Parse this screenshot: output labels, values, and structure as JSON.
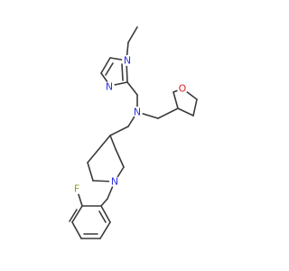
{
  "molecule": {
    "atoms": {
      "n_imid_1": {
        "symbol": "N",
        "color": "#3030e0"
      },
      "n_imid_3": {
        "symbol": "N",
        "color": "#3030e0"
      },
      "n_amine": {
        "symbol": "N",
        "color": "#3030e0"
      },
      "o_thf": {
        "symbol": "O",
        "color": "#e02020"
      },
      "n_pip": {
        "symbol": "N",
        "color": "#3030e0"
      },
      "f": {
        "symbol": "F",
        "color": "#90a020"
      }
    }
  }
}
